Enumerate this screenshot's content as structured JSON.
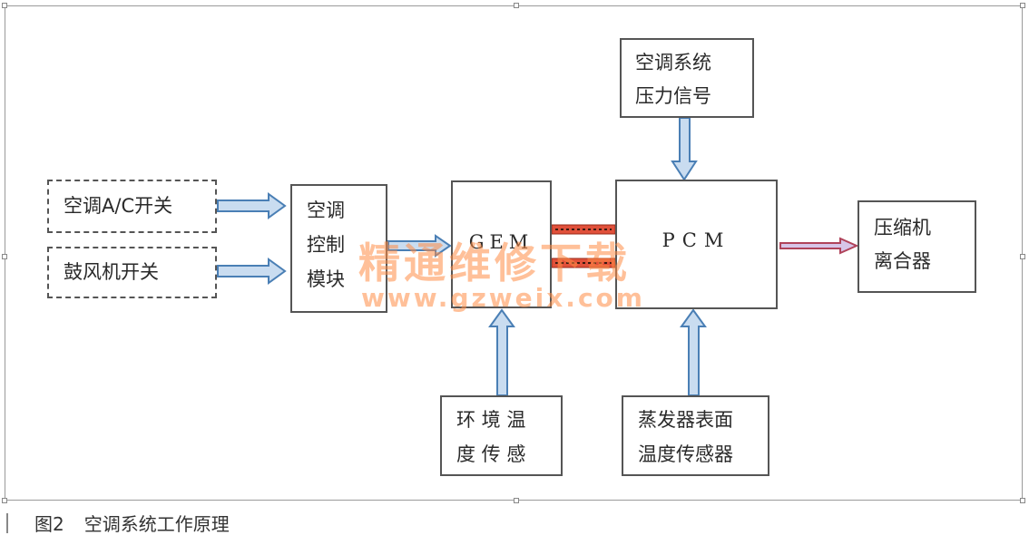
{
  "boxes": {
    "ac_switch": "空调A/C开关",
    "blower_switch": "鼓风机开关",
    "control_module": [
      "空调",
      "控制",
      "模块"
    ],
    "gem": "GEM",
    "pcm": "PCM",
    "pressure_signal": [
      "空调系统",
      "压力信号"
    ],
    "clutch": [
      "压缩机",
      "离合器"
    ],
    "ambient_sensor": [
      "环 境 温",
      "度 传 感"
    ],
    "evap_sensor": [
      "蒸发器表面",
      "温度传感器"
    ]
  },
  "watermark": {
    "title": "精通维修下载",
    "url": "www.gzweix.com"
  },
  "caption": {
    "figure": "图2",
    "title": "空调系统工作原理"
  },
  "colors": {
    "arrow_fill": "#c9dcf0",
    "arrow_stroke": "#4a7fb5",
    "bus_red": "#e0503a",
    "output_arrow": "#b0435a"
  }
}
